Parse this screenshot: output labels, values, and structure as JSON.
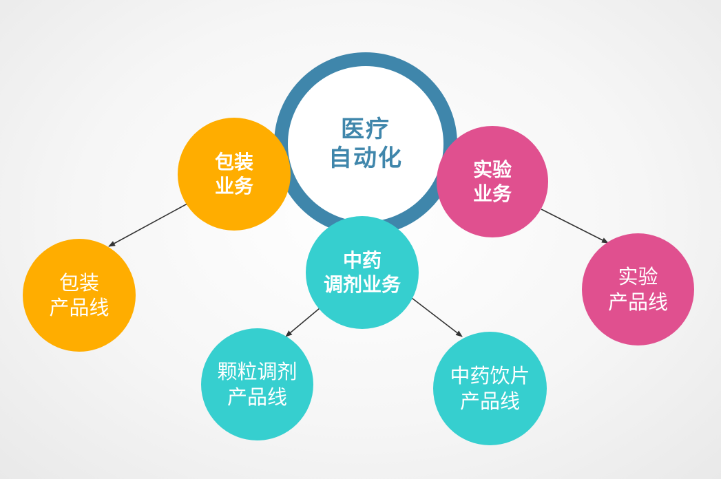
{
  "center": {
    "line1": "医疗",
    "line2": "自动化"
  },
  "nodes": {
    "packaging_business": {
      "line1": "包装",
      "line2": "业务"
    },
    "lab_business": {
      "line1": "实验",
      "line2": "业务"
    },
    "tcm_business": {
      "line1": "中药",
      "line2": "调剂业务"
    },
    "packaging_line": {
      "line1": "包装",
      "line2": "产品线"
    },
    "lab_line": {
      "line1": "实验",
      "line2": "产品线"
    },
    "granule_line": {
      "line1": "颗粒调剂",
      "line2": "产品线"
    },
    "herbal_slice_line": {
      "line1": "中药饮片",
      "line2": "产品线"
    }
  },
  "colors": {
    "center_ring": "#3f86ab",
    "orange": "#ffad00",
    "pink": "#e0508f",
    "teal": "#36cfcf",
    "arrow": "#333333"
  }
}
